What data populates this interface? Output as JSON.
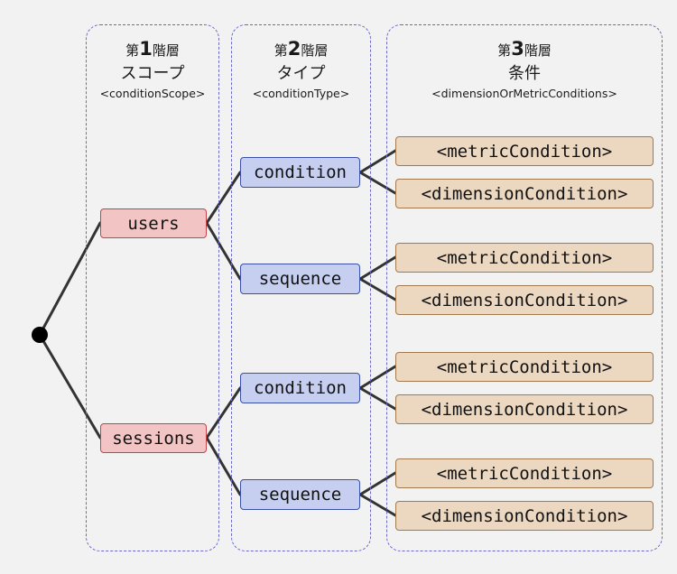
{
  "columns": [
    {
      "level_prefix": "第",
      "level_num": "1",
      "level_suffix": "階層",
      "title": "スコープ",
      "code": "<conditionScope>"
    },
    {
      "level_prefix": "第",
      "level_num": "2",
      "level_suffix": "階層",
      "title": "タイプ",
      "code": "<conditionType>"
    },
    {
      "level_prefix": "第",
      "level_num": "3",
      "level_suffix": "階層",
      "title": "条件",
      "code": "<dimensionOrMetricConditions>"
    }
  ],
  "scopes": [
    "users",
    "sessions"
  ],
  "types": [
    "condition",
    "sequence",
    "condition",
    "sequence"
  ],
  "conditions": [
    "<metricCondition>",
    "<dimensionCondition>",
    "<metricCondition>",
    "<dimensionCondition>",
    "<metricCondition>",
    "<dimensionCondition>",
    "<metricCondition>",
    "<dimensionCondition>"
  ],
  "colors": {
    "scope_fill": "#f2c4c4",
    "scope_border": "#c44545",
    "type_fill": "#c6cff0",
    "type_border": "#3a4fa6",
    "condition_fill": "#ecd8c0",
    "condition_border": "#a07a4c",
    "column_border": "#6b67c9",
    "connector": "#333333",
    "root": "#000000"
  }
}
